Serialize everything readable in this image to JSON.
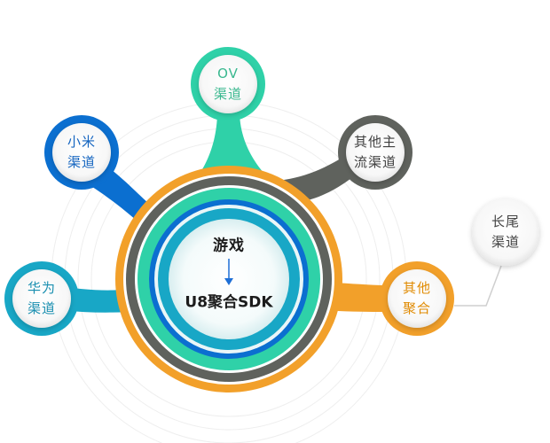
{
  "center": {
    "title": "游戏",
    "subtitle": "U8聚合SDK"
  },
  "nodes": [
    {
      "id": "ov",
      "label": "OV\n渠道",
      "color": "#2fd1a8",
      "text_color": "#3ab88f"
    },
    {
      "id": "xiaomi",
      "label": "小米\n渠道",
      "color": "#0b6fd0",
      "text_color": "#1565c0"
    },
    {
      "id": "other-main",
      "label": "其他主\n流渠道",
      "color": "#5f625d",
      "text_color": "#3f3f3f"
    },
    {
      "id": "huawei",
      "label": "华为\n渠道",
      "color": "#18a7c6",
      "text_color": "#1a8fb0"
    },
    {
      "id": "other-agg",
      "label": "其他\n聚合",
      "color": "#f2a02a",
      "text_color": "#e08a00"
    },
    {
      "id": "long-tail",
      "label": "长尾\n渠道",
      "color": "#d6d6d6",
      "text_color": "#444444"
    }
  ]
}
